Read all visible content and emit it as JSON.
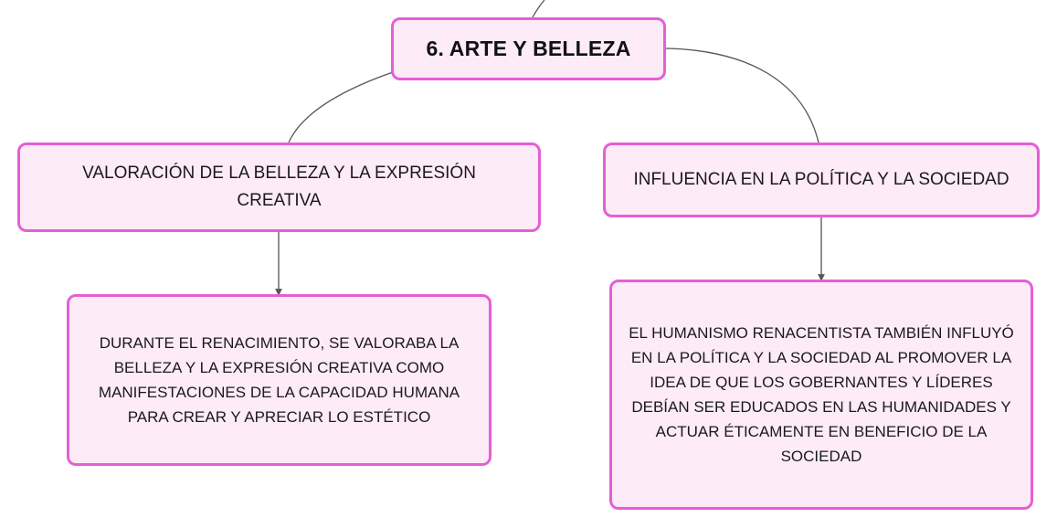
{
  "map": {
    "root": "6. ARTE Y BELLEZA",
    "left_branch": {
      "title": "VALORACIÓN DE LA BELLEZA Y LA EXPRESIÓN CREATIVA",
      "detail": "DURANTE EL RENACIMIENTO, SE VALORABA LA BELLEZA Y LA EXPRESIÓN CREATIVA COMO MANIFESTACIONES DE LA CAPACIDAD HUMANA PARA CREAR Y APRECIAR LO ESTÉTICO"
    },
    "right_branch": {
      "title": "INFLUENCIA EN LA POLÍTICA Y LA SOCIEDAD",
      "detail": "EL HUMANISMO RENACENTISTA TAMBIÉN INFLUYÓ EN LA POLÍTICA Y LA SOCIEDAD AL PROMOVER LA IDEA DE QUE LOS GOBERNANTES Y LÍDERES DEBÍAN SER EDUCADOS EN LAS HUMANIDADES Y ACTUAR ÉTICAMENTE EN BENEFICIO DE LA SOCIEDAD"
    }
  },
  "colors": {
    "node_fill": "#fdebf8",
    "node_border": "#e55fd4",
    "connector": "#555555"
  }
}
